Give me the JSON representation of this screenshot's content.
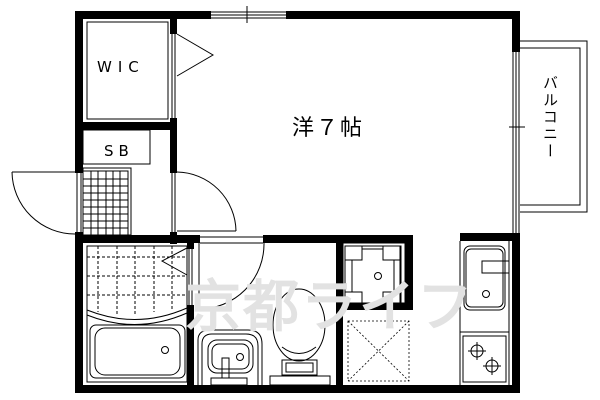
{
  "floor_plan": {
    "type": "apartment floor plan (1K)",
    "rooms": {
      "main_room": {
        "label": "洋７帖",
        "type": "Western-style room",
        "size_jo": 7
      },
      "walk_in_closet": {
        "label": "WIC"
      },
      "shoe_box": {
        "label": "SB"
      },
      "balcony": {
        "label": "バルコニー"
      }
    },
    "fixtures": [
      "entrance-door",
      "genkan-tiles",
      "bathroom-door",
      "unit-bath-tiles",
      "bathtub",
      "washbasin",
      "toilet",
      "washing-machine-pan",
      "refrigerator-space",
      "kitchen-sink",
      "two-burner-stove",
      "window-top",
      "window-balcony"
    ],
    "watermark": "京都ライフ",
    "colors": {
      "wall": "#000000",
      "background": "#ffffff",
      "watermark": "#e2e2e2"
    }
  }
}
